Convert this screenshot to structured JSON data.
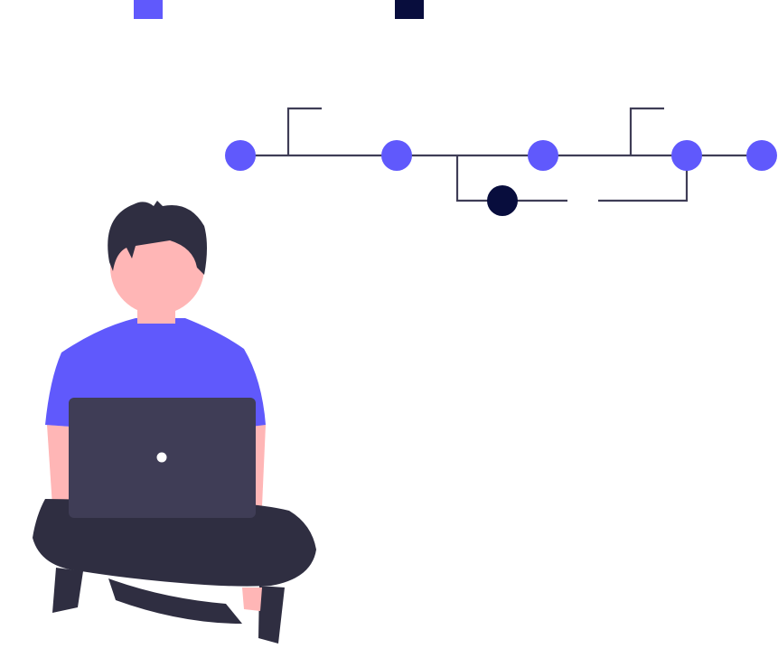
{
  "illustration": {
    "subject": "person-with-laptop-version-control",
    "colors": {
      "accent": "#6059fc",
      "dark_node": "#080d3d",
      "line": "#3f3d56",
      "hair": "#2f2e41",
      "skin": "#ffb6b6",
      "shirt": "#6059fc",
      "pants": "#2f2e41",
      "laptop": "#3f3d56",
      "laptop_dot": "#ffffff",
      "background": "#ffffff"
    },
    "commit_graph": {
      "main_nodes": 5,
      "branch_nodes": 1
    },
    "squares": [
      "accent",
      "dark"
    ]
  }
}
